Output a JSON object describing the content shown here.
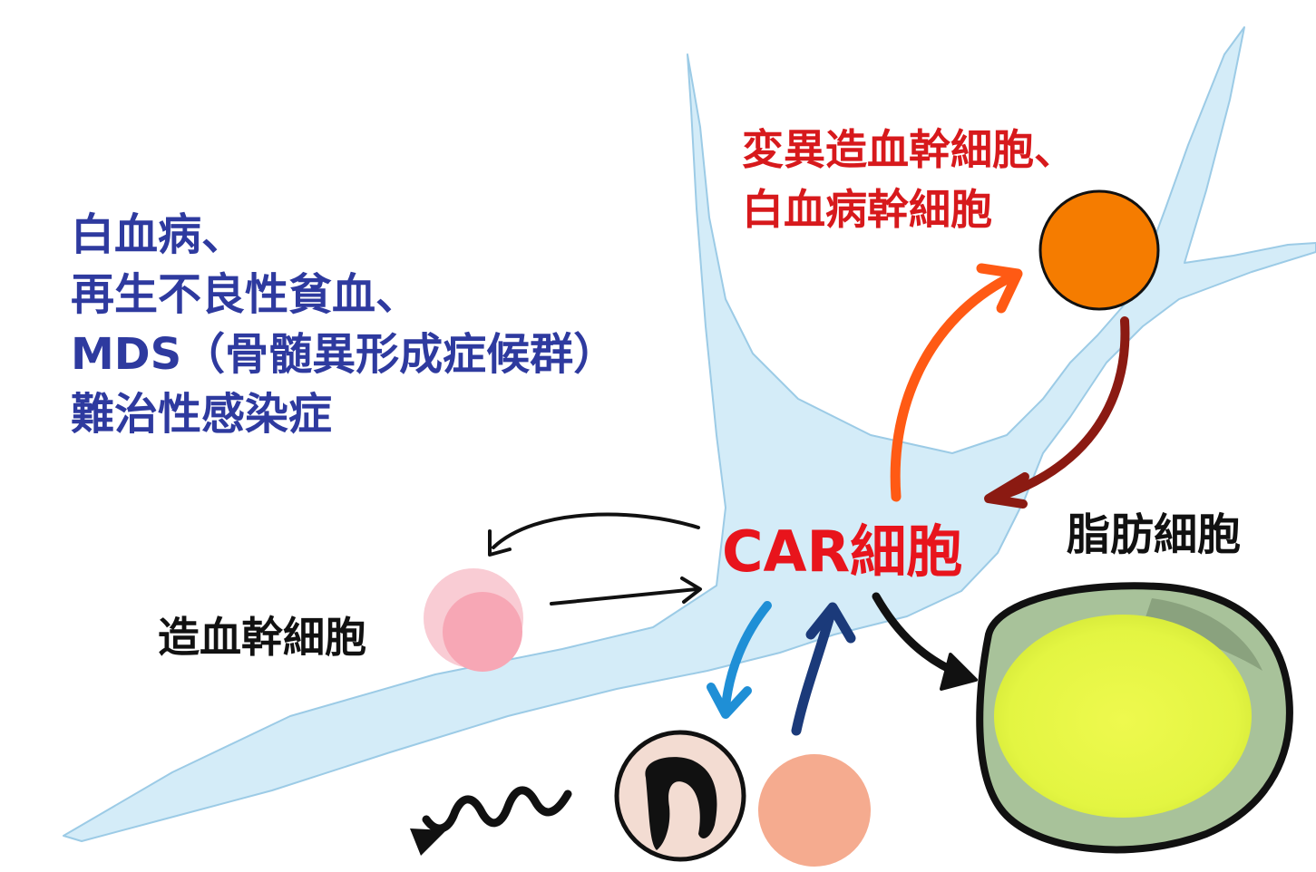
{
  "labels": {
    "disease_lines": [
      "白血病、",
      "再生不良性貧血、",
      "MDS（骨髄異形成症候群）",
      "難治性感染症"
    ],
    "mutant_lines": [
      "変異造血幹細胞、",
      "白血病幹細胞"
    ],
    "car_cell": "CAR細胞",
    "adipocyte": "脂肪細胞",
    "hsc": "造血幹細胞"
  },
  "colors": {
    "car_body": "#d4ecf8",
    "car_outline": "#9ccbe6",
    "disease_text": "#2e3a9f",
    "mutant_text": "#d7191c",
    "car_text": "#e8141c",
    "hsc_cell": "#f7a7b5",
    "mutant_cell": "#f57c00",
    "adipocyte_fill": "#e3f542",
    "adipocyte_rim": "#a8c29a",
    "osteo_cell": "#f5ab8f",
    "arrow_orange": "#ff5a14",
    "arrow_darkred": "#8b1a12",
    "arrow_lightblue": "#1f8fd6",
    "arrow_navy": "#1b3a7a"
  },
  "icons": {
    "leukemia_stem_cell": "orange-circle-cell",
    "hsc": "pink-circle-cell",
    "adipocyte": "yellow-fat-cell",
    "osteoblast": "nucleated-cell",
    "bone_cell": "peach-circle-cell",
    "signal": "wavy-arrow-icon"
  }
}
